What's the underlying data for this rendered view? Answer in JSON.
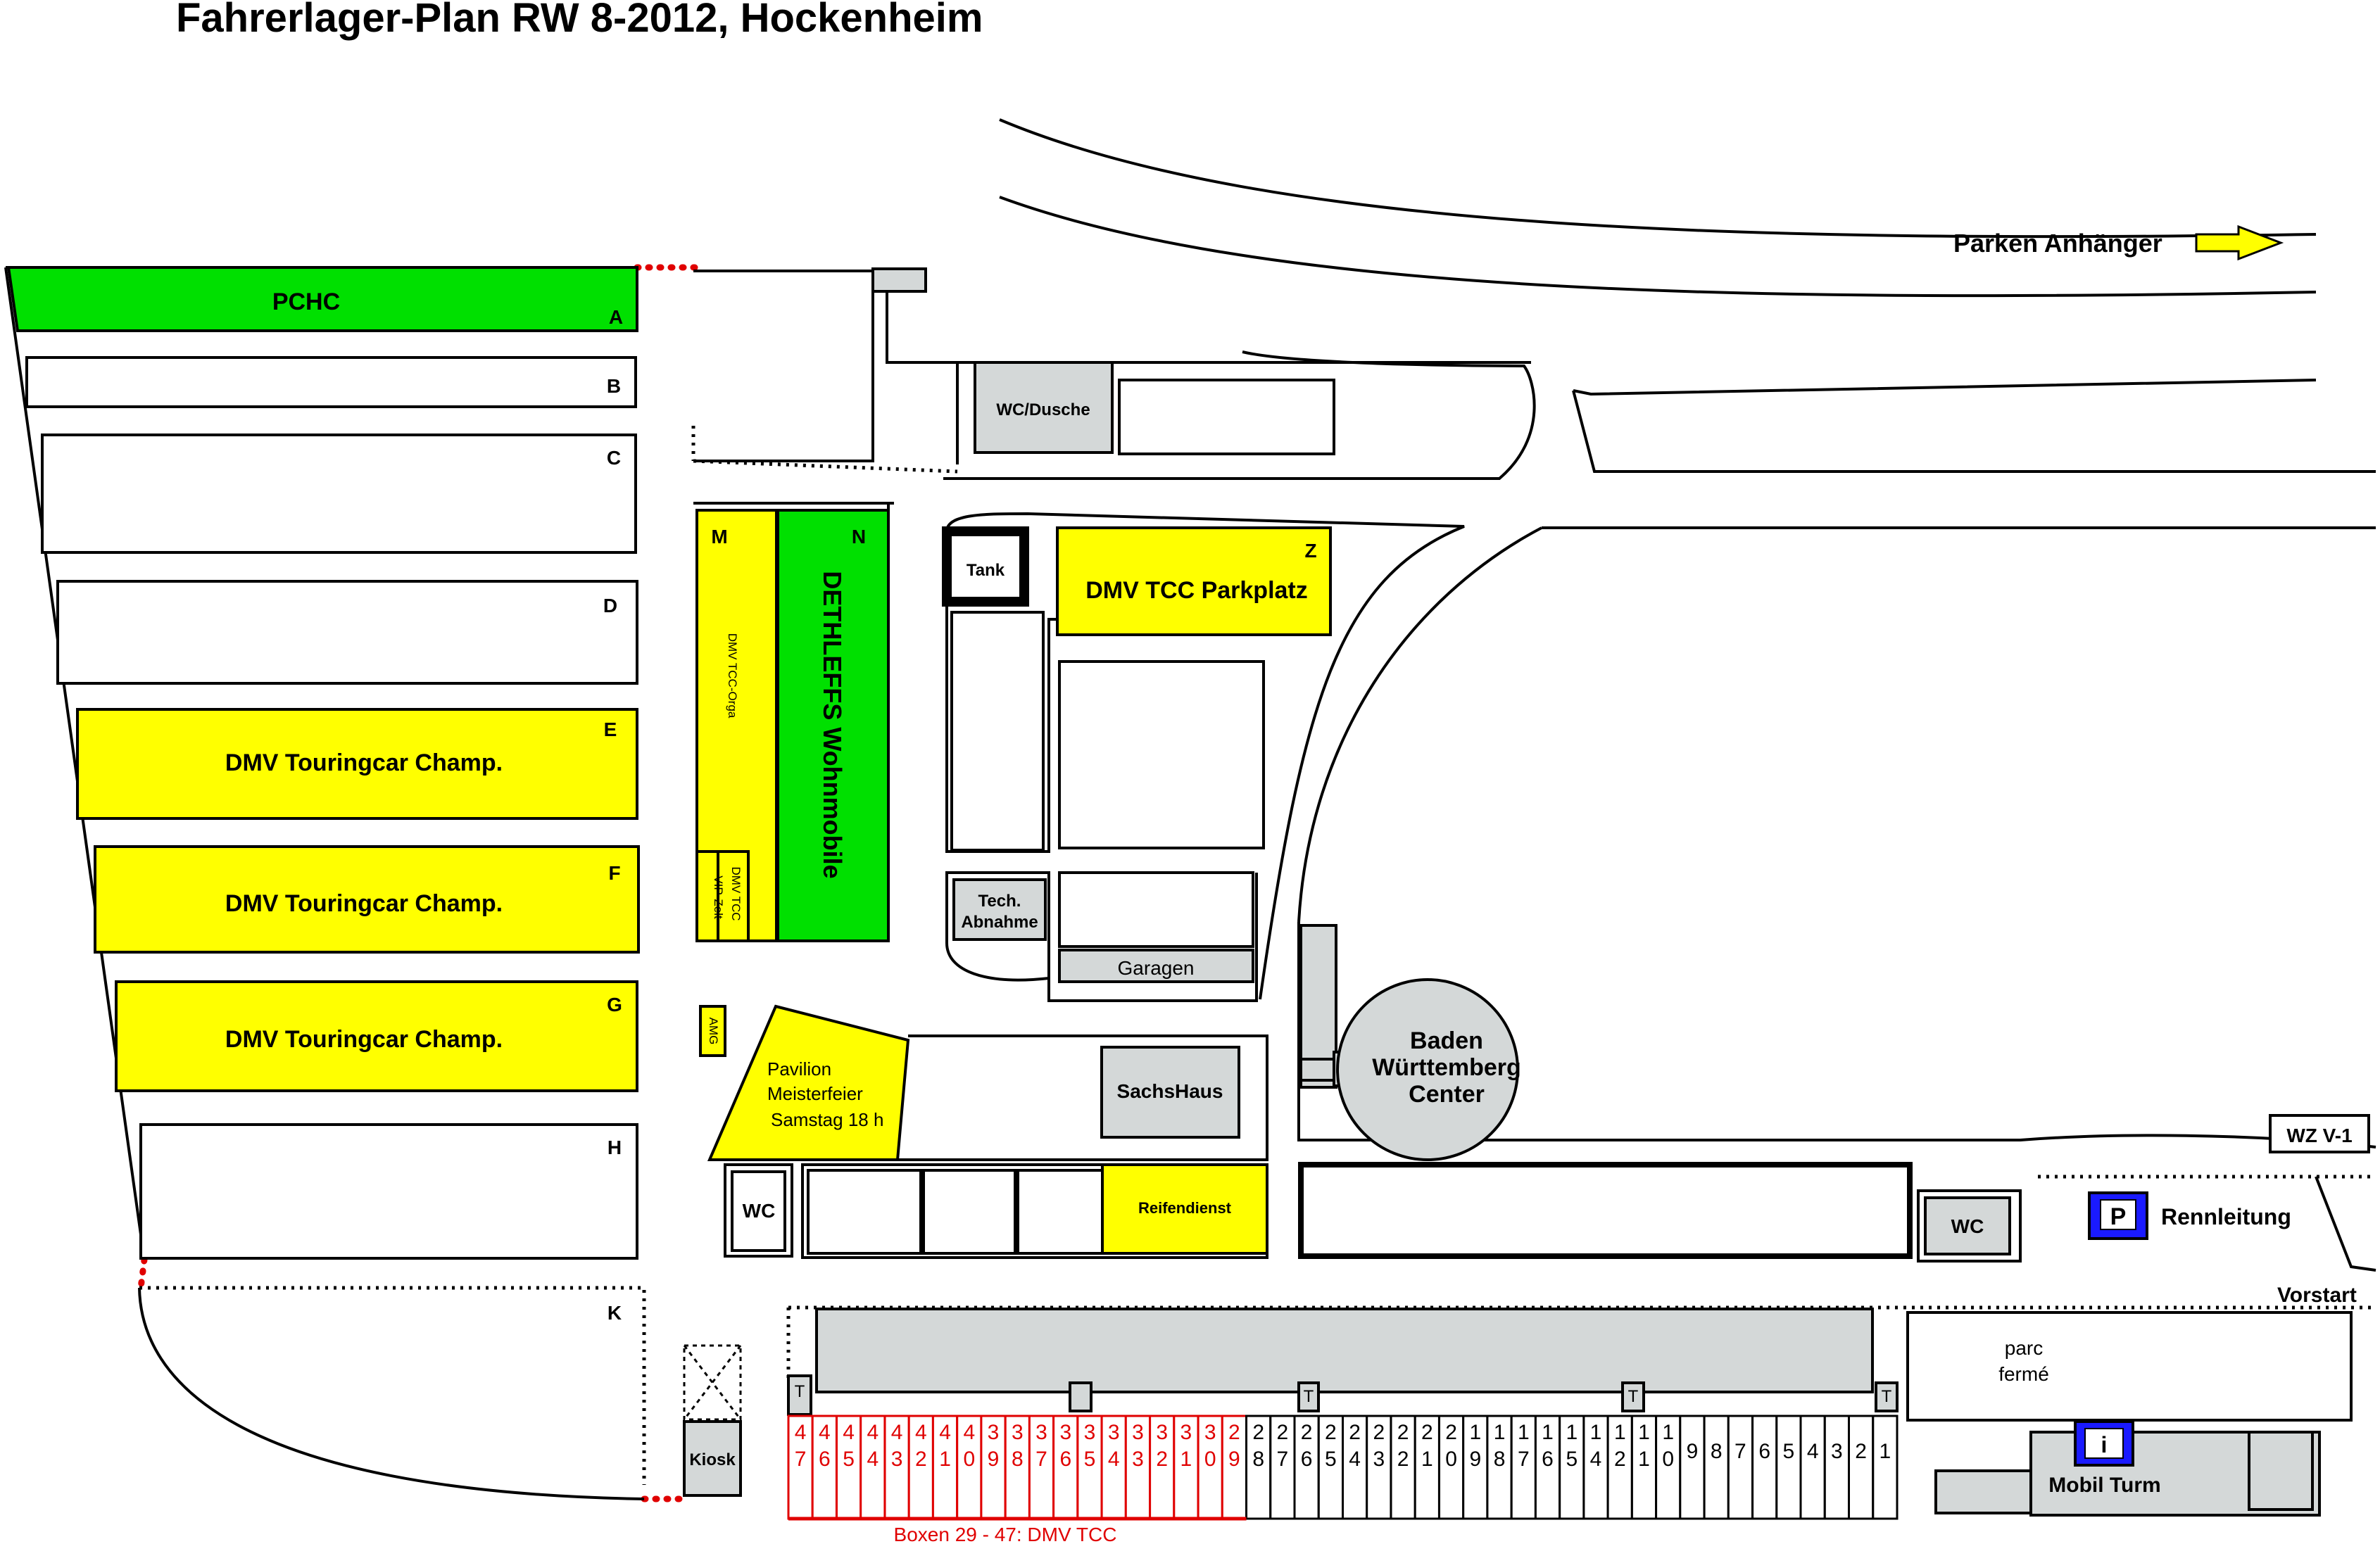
{
  "title": "Fahrerlager-Plan RW 8-2012, Hockenheim",
  "parking_trailer": "Parken Anhänger",
  "zones": {
    "a": {
      "letter": "A",
      "label": "PCHC"
    },
    "b": {
      "letter": "B"
    },
    "c": {
      "letter": "C"
    },
    "d": {
      "letter": "D"
    },
    "e": {
      "letter": "E",
      "label": "DMV Touringcar Champ."
    },
    "f": {
      "letter": "F",
      "label": "DMV Touringcar Champ."
    },
    "g": {
      "letter": "G",
      "label": "DMV Touringcar Champ."
    },
    "h": {
      "letter": "H"
    },
    "k": {
      "letter": "K"
    },
    "m": {
      "letter": "M",
      "label": "DMV TCC-Orga",
      "vip_line1": "DMV TCC",
      "vip_line2": "VIP-Zelt"
    },
    "n": {
      "letter": "N",
      "label": "DETHLEFFS Wohnmobile"
    },
    "z": {
      "letter": "Z",
      "label": "DMV TCC Parkplatz"
    }
  },
  "buildings": {
    "wc_dusche": "WC/Dusche",
    "tank": "Tank",
    "tech_line1": "Tech.",
    "tech_line2": "Abnahme",
    "garagen": "Garagen",
    "amg": "AMG",
    "pavilion_line1": "Pavilion",
    "pavilion_line2": "Meisterfeier",
    "pavilion_line3": "Samstag  18 h",
    "sachshaus": "SachsHaus",
    "baden_line1": "Baden",
    "baden_line2": "Württemberg",
    "baden_line3": "Center",
    "wc_left": "WC",
    "reifendienst": "Reifendienst",
    "wc_right": "WC",
    "wz": "WZ V-1",
    "p_icon": "P",
    "rennleitung": "Rennleitung",
    "vorstart": "Vorstart",
    "parc_line1": "parc",
    "parc_line2": "fermé",
    "info_icon": "i",
    "mobil_turm": "Mobil Turm",
    "kiosk": "Kiosk",
    "t_marker": "T"
  },
  "pit_boxes": {
    "caption": "Boxen 29 - 47:  DMV TCC",
    "numbers": [
      "47",
      "46",
      "45",
      "44",
      "43",
      "42",
      "41",
      "40",
      "39",
      "38",
      "37",
      "36",
      "35",
      "34",
      "33",
      "32",
      "31",
      "30",
      "29",
      "28",
      "27",
      "26",
      "25",
      "24",
      "23",
      "22",
      "21",
      "20",
      "19",
      "18",
      "17",
      "16",
      "15",
      "14",
      "12",
      "11",
      "10",
      "9",
      "8",
      "7",
      "6",
      "5",
      "4",
      "3",
      "2",
      "1"
    ],
    "dmv_count": 19
  },
  "colors": {
    "yellow": "#ffff00",
    "green": "#00e000",
    "grey": "#d4d8d8",
    "blue": "#1a1aff",
    "red": "#e00000"
  }
}
